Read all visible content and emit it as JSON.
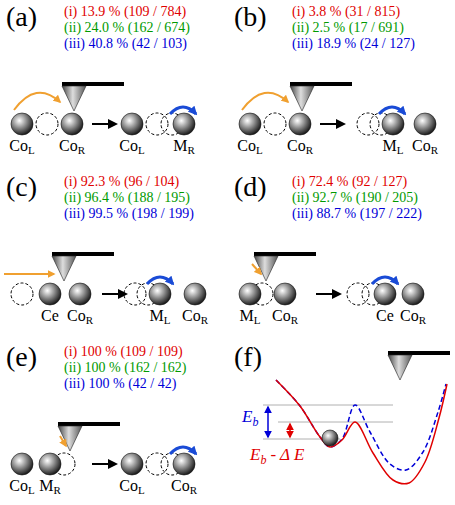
{
  "diagram": {
    "labels": [
      "(a)",
      "(i) 13.9 % (109 / 784)",
      "(ii) 24.0 % (162 / 674)",
      "(iii) 40.8 % (42 / 103)",
      "Co",
      "L",
      "Co",
      "R",
      "Co",
      "L",
      "M",
      "R",
      "(b)",
      "(i) 3.8 % (31 / 815)",
      "(ii) 2.5 % (17 / 691)",
      "(iii) 18.9 % (24 / 127)",
      "Co",
      "L",
      "Co",
      "R",
      "M",
      "L",
      "Co",
      "R",
      "(c)",
      "(i) 92.3 % (96 / 104)",
      "(ii) 96.4 % (188 / 195)",
      "(iii) 99.5 % (198 / 199)",
      "Ce",
      "Co",
      "R",
      "M",
      "L",
      "Co",
      "R",
      "(d)",
      "(i) 72.4 % (92 / 127)",
      "(ii) 92.7 % (190 / 205)",
      "(iii) 88.7 % (197 / 222)",
      "M",
      "L",
      "Co",
      "R",
      "Ce",
      "Co",
      "R",
      "(e)",
      "(i) 100 % (109 / 109)",
      "(ii) 100 % (162 / 162)",
      "(iii) 100 % (42 / 42)",
      "Co",
      "L",
      "M",
      "R",
      "Co",
      "L",
      "Co",
      "R",
      "(f)",
      "E",
      "b",
      "E",
      "b",
      "- Δ E"
    ]
  }
}
